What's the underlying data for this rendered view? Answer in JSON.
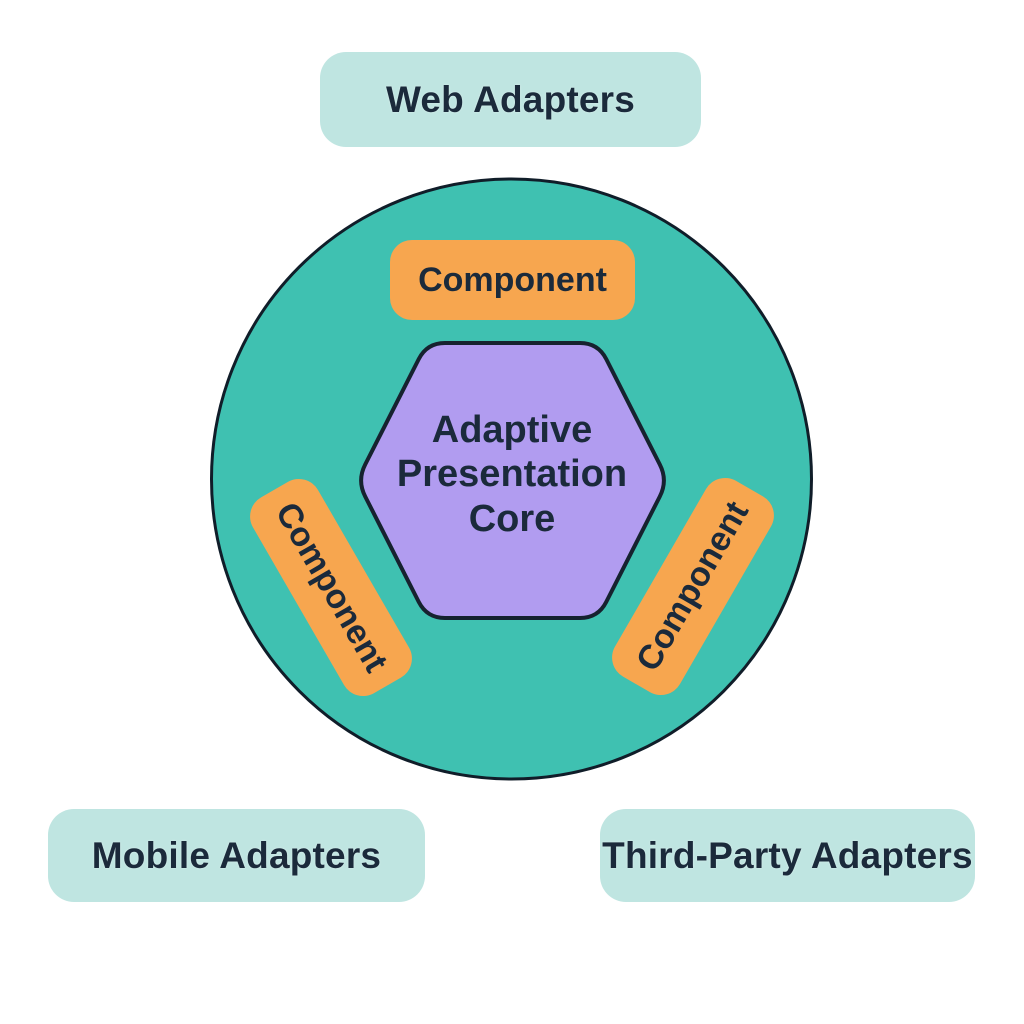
{
  "diagram": {
    "title_implicit": "Adaptive Presentation architecture diagram",
    "core": {
      "label": "Adaptive Presentation Core",
      "shape": "hexagon",
      "fill": "#b19cf0",
      "stroke": "#16222f"
    },
    "circle": {
      "fill": "#3fc1b1",
      "stroke": "#101d29"
    },
    "components": [
      {
        "id": "component-top",
        "label": "Component",
        "rotation_deg": 0,
        "fill": "#f7a64f"
      },
      {
        "id": "component-left",
        "label": "Component",
        "rotation_deg": 60,
        "fill": "#f7a64f"
      },
      {
        "id": "component-right",
        "label": "Component",
        "rotation_deg": -60,
        "fill": "#f7a64f"
      }
    ],
    "outer_labels": [
      {
        "id": "web-adapters",
        "label": "Web Adapters",
        "position": "top"
      },
      {
        "id": "mobile-adapters",
        "label": "Mobile Adapters",
        "position": "bottom-left"
      },
      {
        "id": "third-party-adapters",
        "label": "Third-Party Adapters",
        "position": "bottom-right"
      }
    ],
    "colors": {
      "background": "#ffffff",
      "circle_fill": "#3fc1b1",
      "hexagon_fill": "#b19cf0",
      "component_fill": "#f7a64f",
      "outer_label_fill": "#bfe5e1",
      "text": "#1b2a3b",
      "outline": "#101d29"
    }
  }
}
